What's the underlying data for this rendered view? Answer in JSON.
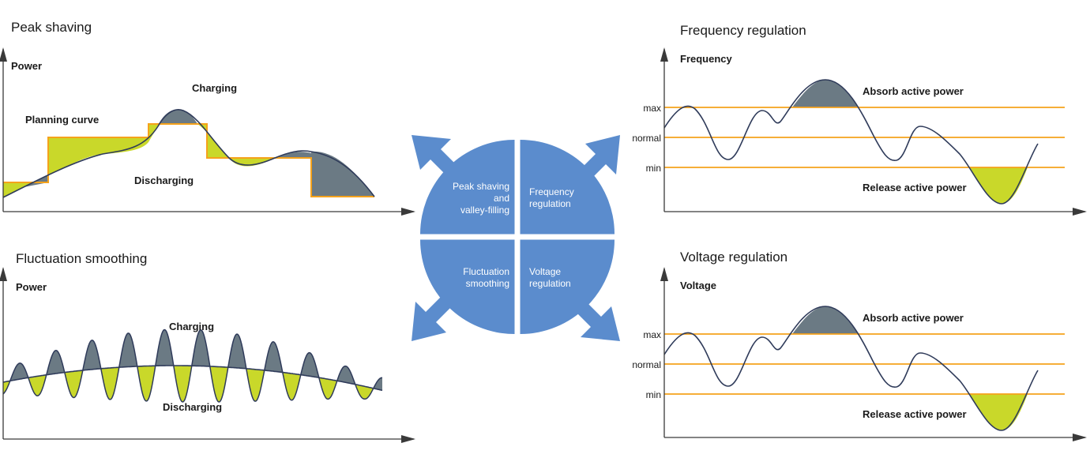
{
  "colors": {
    "accent_green": "#c9d82a",
    "dark_fill": "#6b7a84",
    "curve_stroke": "#2f3b5a",
    "level_line": "#f5a21b",
    "hub_blue": "#5b8ccd",
    "axis": "#3a3a3a"
  },
  "icons": [
    "arrow-up-left-icon",
    "arrow-up-right-icon",
    "arrow-down-left-icon",
    "arrow-down-right-icon"
  ],
  "peak_shaving": {
    "title": "Peak shaving",
    "axis_label": "Power",
    "charging_label": "Charging",
    "planning_label": "Planning curve",
    "discharging_label": "Discharging"
  },
  "fluctuation": {
    "title": "Fluctuation smoothing",
    "axis_label": "Power",
    "charging_label": "Charging",
    "discharging_label": "Discharging"
  },
  "hub": {
    "q1": [
      "Peak shaving",
      "and",
      "valley-filling"
    ],
    "q2": [
      "Frequency",
      "regulation"
    ],
    "q3": [
      "Fluctuation",
      "smoothing"
    ],
    "q4": [
      "Voltage",
      "regulation"
    ]
  },
  "frequency": {
    "title": "Frequency regulation",
    "axis_label": "Frequency",
    "max_label": "max",
    "normal_label": "normal",
    "min_label": "min",
    "absorb_label": "Absorb active power",
    "release_label": "Release active power"
  },
  "voltage": {
    "title": "Voltage regulation",
    "axis_label": "Voltage",
    "max_label": "max",
    "normal_label": "normal",
    "min_label": "min",
    "absorb_label": "Absorb active power",
    "release_label": "Release active power"
  }
}
